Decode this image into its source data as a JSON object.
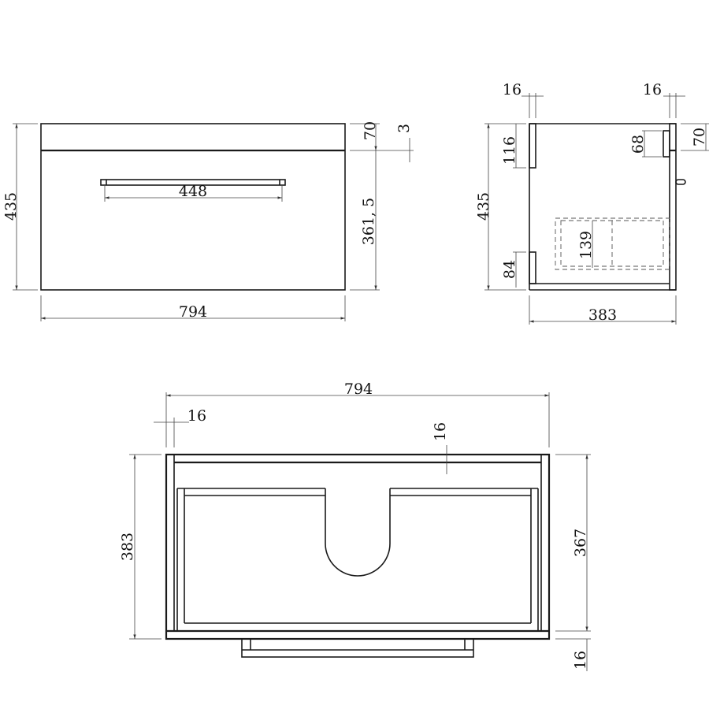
{
  "drawing": {
    "units": "",
    "views": {
      "front": {
        "dims": {
          "height_total": "435",
          "top_band": "70",
          "gap": "3",
          "drawer_height": "361, 5",
          "handle_width": "448",
          "width": "794"
        }
      },
      "side": {
        "dims": {
          "left_thickness": "16",
          "right_thickness": "16",
          "top_rail": "116",
          "height_total": "435",
          "bottom_rail": "84",
          "right_top_band": "70",
          "right_inner": "68",
          "basin_depth": "139",
          "depth": "383"
        }
      },
      "top": {
        "dims": {
          "width": "794",
          "side_thickness": "16",
          "back_thickness": "16",
          "depth": "383",
          "inner_depth": "367",
          "front_thickness": "16"
        }
      }
    }
  }
}
